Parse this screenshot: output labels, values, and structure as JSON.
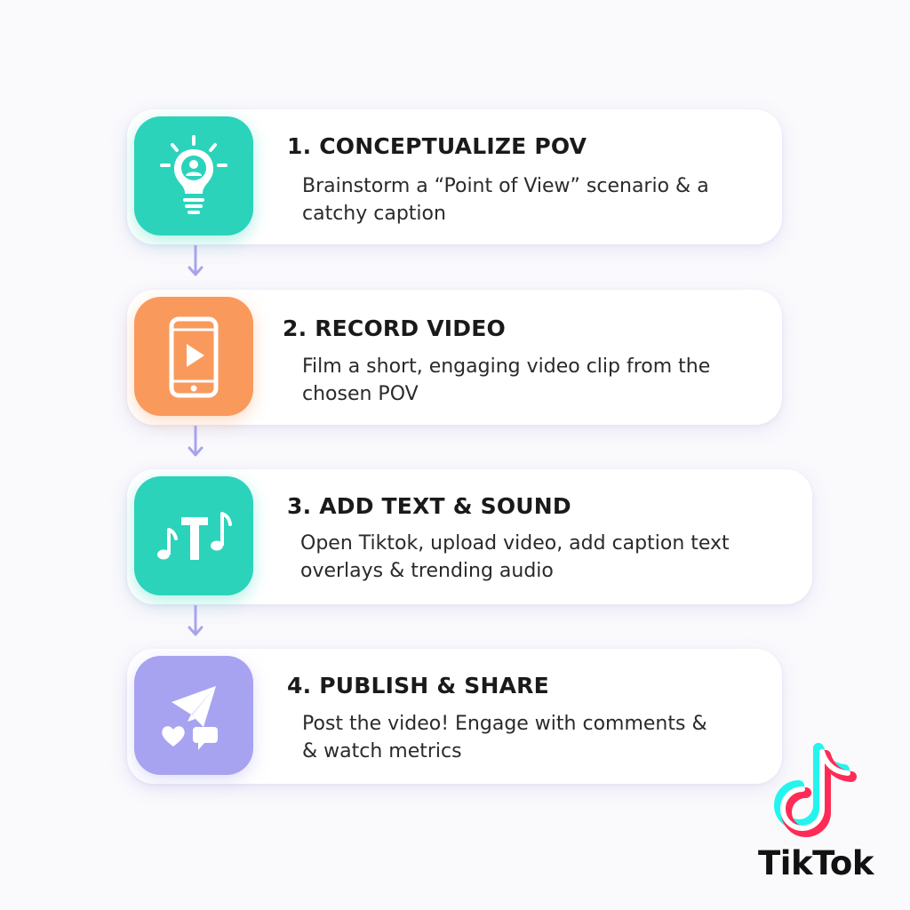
{
  "steps": [
    {
      "title": "1. CONCEPTUALIZE POV",
      "description": "Brainstorm a “Point of View” scenario & a catchy caption",
      "icon": "lightbulb-person-icon",
      "color": "#2bd3bb"
    },
    {
      "title": "2. RECORD VIDEO",
      "description": "Film a short, engaging video clip from the chosen POV",
      "icon": "phone-play-icon",
      "color": "#f99a5c"
    },
    {
      "title": "3. ADD TEXT & SOUND",
      "description": "Open Tiktok, upload video, add caption text overlays & trending audio",
      "icon": "text-music-icon",
      "color": "#2bd3bb"
    },
    {
      "title": "4. PUBLISH & SHARE",
      "description": "Post the video! Engage with comments & & watch metrics",
      "icon": "paper-plane-heart-chat-icon",
      "color": "#a8a3f0"
    }
  ],
  "connector_color": "#a9a4ea",
  "logo": {
    "wordmark": "TikTok",
    "icon": "tiktok-note-icon",
    "colors": [
      "#25f4ee",
      "#fe2c55",
      "#111111"
    ]
  }
}
